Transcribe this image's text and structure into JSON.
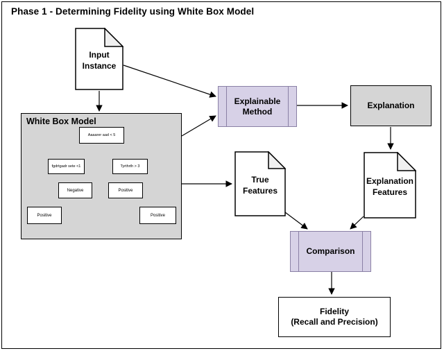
{
  "title": "Phase 1 - Determining Fidelity using White Box Model",
  "nodes": {
    "input_instance": {
      "label": "Input\nInstance"
    },
    "white_box_model": {
      "label": "White Box Model"
    },
    "explainable_method": {
      "label": "Explainable\nMethod"
    },
    "explanation": {
      "label": "Explanation"
    },
    "true_features": {
      "label": "True\nFeatures"
    },
    "explanation_features": {
      "label": "Explanation\nFeatures"
    },
    "comparison": {
      "label": "Comparison"
    },
    "fidelity": {
      "label": "Fidelity\n(Recall and Precision)"
    }
  },
  "tree": {
    "root": "Aaaarer aad < 5",
    "left": "fgdrtgadr sete <1",
    "right": "Tyrthrth > 3",
    "left_left": "Positive",
    "left_right": "Negative",
    "right_left": "Positive",
    "right_right": "Positive"
  },
  "colors": {
    "accent_fill": "#D7D1E7",
    "accent_stroke": "#8A80A5",
    "gray_fill": "#D5D5D5",
    "doc_fold_fill": "#F0F0F0",
    "stroke": "#000000",
    "background": "#FFFFFF"
  }
}
